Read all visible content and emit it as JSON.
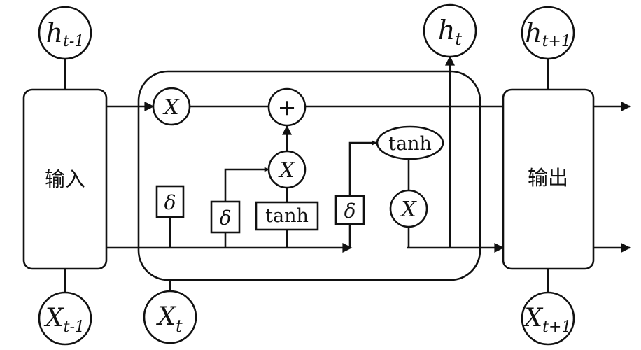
{
  "blocks": {
    "input_label": "输入",
    "output_label": "输出"
  },
  "states": {
    "h_prev": {
      "base": "h",
      "sub": "t-1"
    },
    "h_curr": {
      "base": "h",
      "sub": "t"
    },
    "h_next": {
      "base": "h",
      "sub": "t+1"
    },
    "x_prev": {
      "base": "X",
      "sub": "t-1"
    },
    "x_curr": {
      "base": "X",
      "sub": "t"
    },
    "x_next": {
      "base": "X",
      "sub": "t+1"
    }
  },
  "operators": {
    "forget_multiply": "X",
    "add": "+",
    "input_multiply": "X",
    "output_multiply": "X",
    "output_tanh": "tanh"
  },
  "gates": {
    "forget_gate": "δ",
    "input_gate": "δ",
    "candidate_tanh": "tanh",
    "output_gate": "δ"
  }
}
